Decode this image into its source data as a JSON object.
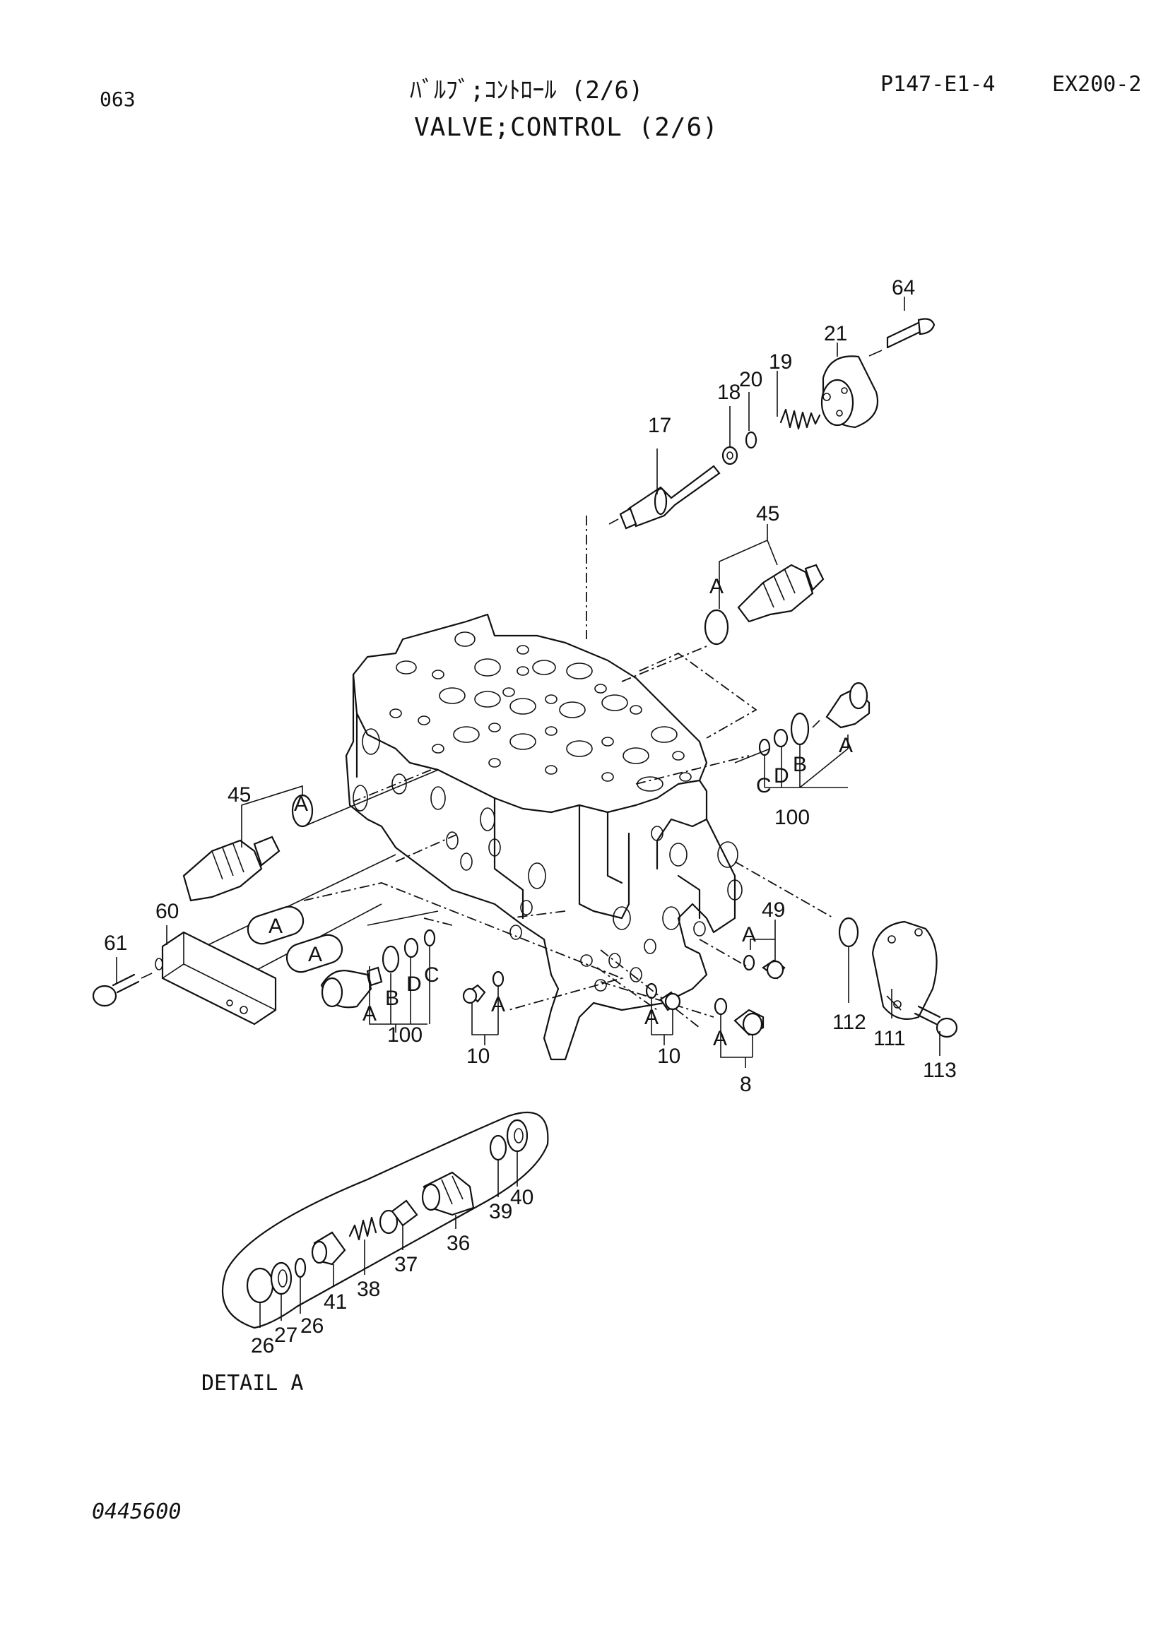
{
  "header": {
    "page_code": "063",
    "title_jp": "ﾊﾞﾙﾌﾞ;ｺﾝﾄﾛｰﾙ (2/6)",
    "title_en": "VALVE;CONTROL (2/6)",
    "ref_code": "P147-E1-4",
    "model": "EX200-2"
  },
  "callouts": {
    "c64": "64",
    "c21": "21",
    "c19": "19",
    "c20": "20",
    "c18": "18",
    "c17": "17",
    "c45_top": "45",
    "a_45_top": "A",
    "a_100_right": "A",
    "b_100_right": "B",
    "c_100_right": "C",
    "d_100_right": "D",
    "c100_right": "100",
    "c45_left": "45",
    "a_45_left": "A",
    "a_oval1": "A",
    "a_oval2": "A",
    "c60": "60",
    "c61": "61",
    "a_100_left": "A",
    "b_100_left": "B",
    "c_100_left": "C",
    "d_100_left": "D",
    "c100_left": "100",
    "a_10_left": "A",
    "c10_left": "10",
    "a_10_right": "A",
    "c10_right": "10",
    "a_8": "A",
    "c8": "8",
    "a_49": "A",
    "c49": "49",
    "c112": "112",
    "c111": "111",
    "c113": "113",
    "c26a": "26",
    "c27": "27",
    "c26b": "26",
    "c41": "41",
    "c38": "38",
    "c37": "37",
    "c36": "36",
    "c39": "39",
    "c40": "40"
  },
  "detail_label": "DETAIL A",
  "footer": {
    "drawing_no": "0445600"
  }
}
